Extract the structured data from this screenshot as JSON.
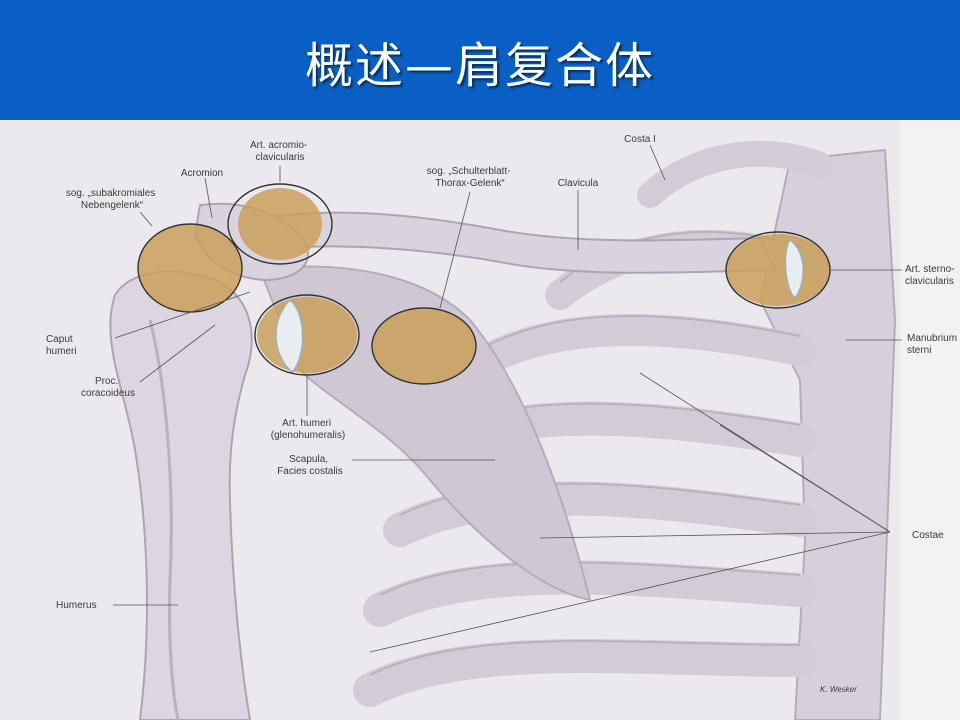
{
  "title": "概述—肩复合体",
  "colors": {
    "title_bar": "#0a5fc4",
    "bone": "#d8d2dc",
    "bone_shadow": "#b4acbb",
    "joint": "#c9a05a",
    "joint_dark": "#9a7335",
    "background": "#ece9ee"
  },
  "labels": {
    "art_acromio": [
      "Art. acromio-",
      "clavicularis"
    ],
    "acromion": [
      "Acromion"
    ],
    "sog_subakromiales": [
      "sog. „subakromiales",
      "Nebengelenk“"
    ],
    "sog_schulterblatt": [
      "sog. „Schulterblatt-",
      "Thorax-Gelenk“"
    ],
    "clavicula": [
      "Clavicula"
    ],
    "costa_i": [
      "Costa I"
    ],
    "art_sterno": [
      "Art. sterno-",
      "clavicularis"
    ],
    "caput_humeri": [
      "Caput",
      "humeri"
    ],
    "proc_coracoideus": [
      "Proc.",
      "coracoideus"
    ],
    "manubrium_sterni": [
      "Manubrium",
      "sterni"
    ],
    "art_humeri": [
      "Art. humeri",
      "(glenohumeralis)"
    ],
    "scapula": [
      "Scapula,",
      "Facies costalis"
    ],
    "costae": [
      "Costae"
    ],
    "humerus": [
      "Humerus"
    ],
    "signature": [
      "K. Wesker"
    ]
  }
}
